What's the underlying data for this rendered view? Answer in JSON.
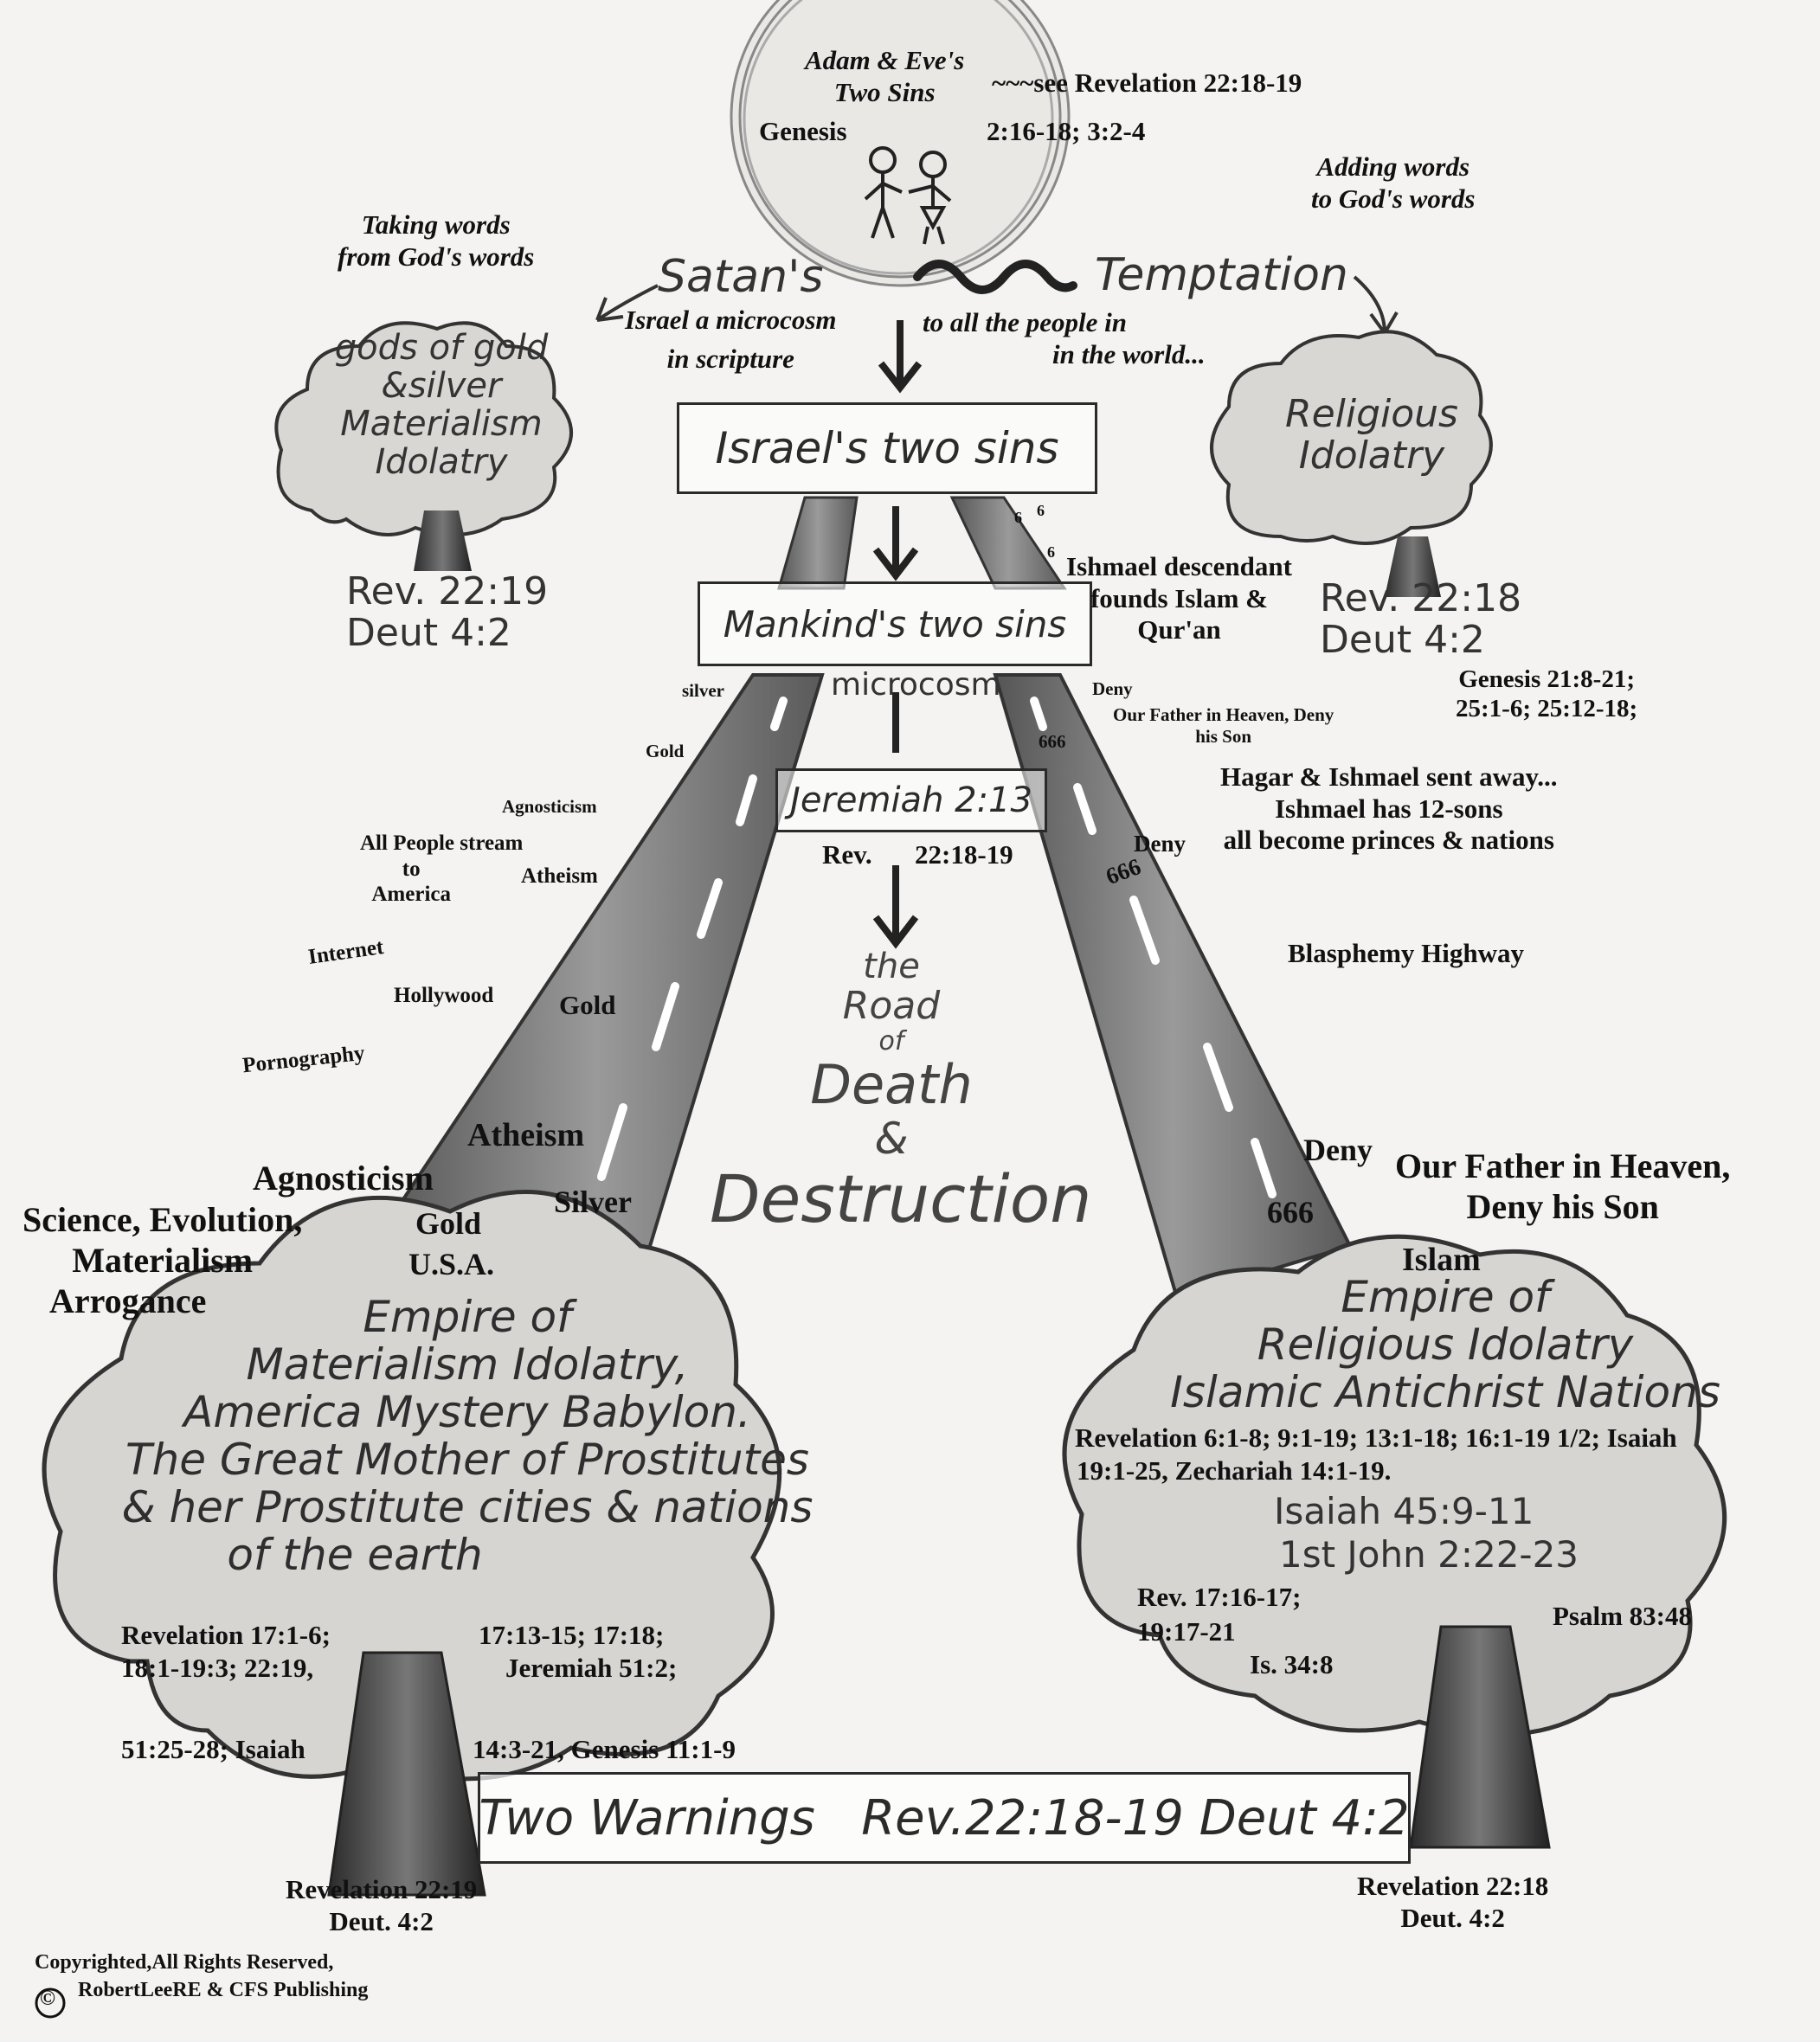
{
  "top": {
    "title_line1": "Adam & Eve's",
    "title_line2": "Two Sins",
    "see_revelation": "~~~see Revelation 22:18-19",
    "genesis": "Genesis",
    "genesis_ref": "2:16-18; 3:2-4",
    "taking_line1": "Taking words",
    "taking_line2": "from God's words",
    "adding_line1": "Adding words",
    "adding_line2": "to God's words",
    "satan": "Satan's",
    "temptation": "Temptation",
    "israel_micro_line1": "Israel a microcosm",
    "israel_micro_line2": "in scripture",
    "all_people_line1": "to all the people in",
    "all_people_line2": "in the world..."
  },
  "clouds_top": {
    "left_line1": "gods of gold",
    "left_line2": "&silver",
    "left_line3": "Materialism",
    "left_line4": "Idolatry",
    "left_ref1": "Rev. 22:19",
    "left_ref2": "Deut 4:2",
    "right_line1": "Religious",
    "right_line2": "Idolatry",
    "right_ref1": "Rev. 22:18",
    "right_ref2": "Deut 4:2"
  },
  "center": {
    "israel_box": "Israel's two sins",
    "mankind_box": "Mankind's two sins",
    "microcosm": "microcosm",
    "jeremiah_box": "Jeremiah 2:13",
    "rev": "Rev.",
    "rev_ref": "22:18-19",
    "road1": "the",
    "road2": "Road",
    "road3": "of",
    "road4": "Death",
    "road5": "&",
    "road6": "Destruction"
  },
  "left_labels": {
    "silver_small": "silver",
    "gold_small": "Gold",
    "agnosticism_small": "Agnosticism",
    "all_people_line1": "All People stream",
    "all_people_line2": "to",
    "all_people_line3": "America",
    "atheism_small": "Atheism",
    "internet": "Internet",
    "hollywood": "Hollywood",
    "gold_mid": "Gold",
    "pornography": "Pornography",
    "atheism_big": "Atheism",
    "agnosticism_big": "Agnosticism",
    "science_line1": "Science, Evolution,",
    "science_line2": "Materialism",
    "science_line3": "Arrogance",
    "gold_big": "Gold",
    "usa": "U.S.A.",
    "silver_big": "Silver"
  },
  "right_labels": {
    "six1": "6",
    "six2": "6",
    "six3": "6",
    "ishmael_line1": "Ishmael descendant",
    "ishmael_line2": "founds Islam &",
    "ishmael_line3": "Qur'an",
    "genesis_line1": "Genesis 21:8-21;",
    "genesis_line2": "25:1-6; 25:12-18;",
    "deny_small": "Deny",
    "our_father_small_line1": "Our Father in Heaven, Deny",
    "our_father_small_line2": "his Son",
    "n666_1": "666",
    "hagar_line1": "Hagar & Ishmael sent away...",
    "hagar_line2": "Ishmael has 12-sons",
    "hagar_line3": "all become princes & nations",
    "deny_mid": "Deny",
    "n666_2": "666",
    "blasphemy": "Blasphemy Highway",
    "deny_big": "Deny",
    "n666_3": "666",
    "our_father_big_line1": "Our Father in Heaven,",
    "our_father_big_line2": "Deny his Son",
    "islam": "Islam"
  },
  "left_empire": {
    "line1": "Empire of",
    "line2": "Materialism Idolatry,",
    "line3": "America Mystery Babylon.",
    "line4": "The Great Mother of Prostitutes",
    "line5": "& her Prostitute cities & nations",
    "line6": "of the earth",
    "ref1a": "Revelation 17:1-6;",
    "ref1b": "17:13-15; 17:18;",
    "ref2a": "18:1-19:3; 22:19,",
    "ref2b": "Jeremiah 51:2;",
    "ref3a": "51:25-28; Isaiah",
    "ref3b": "14:3-21, Genesis 11:1-9",
    "bottom_ref1": "Revelation 22:19",
    "bottom_ref2": "Deut. 4:2"
  },
  "right_empire": {
    "line1": "Empire of",
    "line2": "Religious Idolatry",
    "line3": "Islamic Antichrist Nations",
    "ref1": "Revelation 6:1-8; 9:1-19; 13:1-18; 16:1-19 1/2; Isaiah",
    "ref2": "19:1-25, Zechariah 14:1-19.",
    "isaiah": "Isaiah 45:9-11",
    "john": "1st John 2:22-23",
    "rev17": "Rev. 17:16-17;",
    "rev19": "19:17-21",
    "is34": "Is. 34:8",
    "psalm": "Psalm 83:48",
    "bottom_ref1": "Revelation 22:18",
    "bottom_ref2": "Deut. 4:2"
  },
  "bottom": {
    "warnings_box": "Two Warnings   Rev.22:18-19 Deut 4:2",
    "copyright_line1": "Copyrighted,All Rights Reserved,",
    "copyright_symbol": "©",
    "copyright_line2": "RobertLeeRE & CFS Publishing"
  }
}
